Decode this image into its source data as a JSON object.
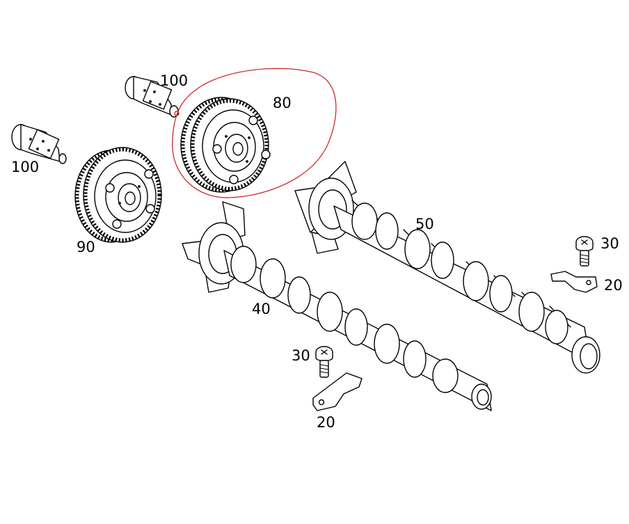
{
  "diagram": {
    "callouts": {
      "c100a": "100",
      "c100b": "100",
      "c80": "80",
      "c90": "90",
      "c50": "50",
      "c40": "40",
      "c30a": "30",
      "c30b": "30",
      "c20a": "20",
      "c20b": "20"
    },
    "highlight_color": "#cc2a2a",
    "line_color": "#000000",
    "background": "#ffffff"
  }
}
